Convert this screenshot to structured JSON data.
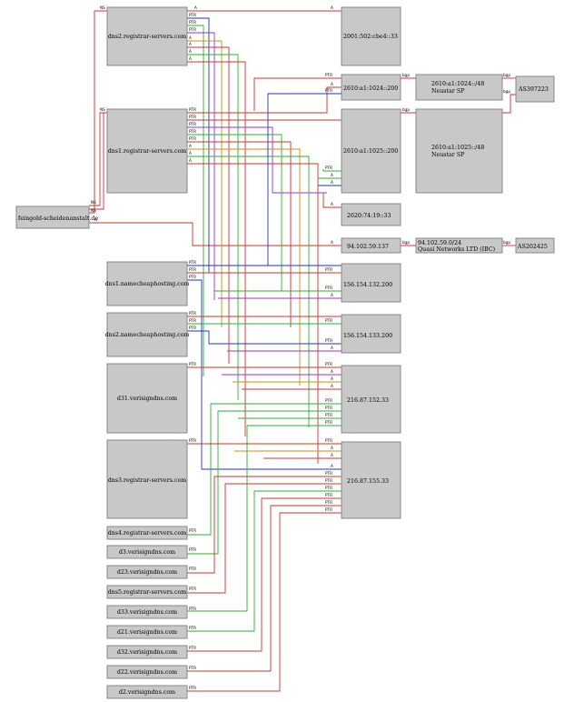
{
  "colors": {
    "red": "#c8342c",
    "green": "#2fae35",
    "blue": "#2233bb",
    "purple": "#9933cc",
    "orange": "#d48a1c",
    "darkred": "#8b1a1a",
    "node_fill": "#c8c8c8"
  },
  "nodes": {
    "feingold": "feingold-scheidenanstalt.de",
    "dns2_registrar": "dns2.registrar-servers.com",
    "dns1_registrar": "dns1.registrar-servers.com",
    "dns1_namecheap": "dns1.namecheaphosting.com",
    "dns2_namecheap": "dns2.namecheaphosting.com",
    "d31_verisign": "d31.verisigndns.com",
    "dns3_registrar": "dns3.registrar-servers.com",
    "dns4_registrar": "dns4.registrar-servers.com",
    "d3_verisign": "d3.verisigndns.com",
    "d23_verisign": "d23.verisigndns.com",
    "dns5_registrar": "dns5.registrar-servers.com",
    "d33_verisign": "d33.verisigndns.com",
    "d21_verisign": "d21.verisigndns.com",
    "d32_verisign": "d32.verisigndns.com",
    "d22_verisign": "d22.verisigndns.com",
    "d2_verisign": "d2.verisigndns.com",
    "ip_2001": "2001:502:cbe4::33",
    "ip_2610_200a": "2610:a1:1024::200",
    "ip_2610_200b": "2610:a1:1025::200",
    "ip_2620": "2620:74:19::33",
    "ip_94": "94.102.59.137",
    "ip_156_132": "156.154.132.200",
    "ip_156_133": "156.154.133.200",
    "ip_216_152": "216.87.152.33",
    "ip_216_155": "216.87.155.33",
    "net_2610_1024": [
      "2610:a1:1024::/48",
      "Neustar SP"
    ],
    "net_2610_1025": [
      "2610:a1:1025::/48",
      "Neustar SP"
    ],
    "net_94": [
      "94.102.59.0/24",
      "Quasi Networks LTD (IBC)"
    ],
    "as_397223": "AS397223",
    "as_202425": "AS202425"
  },
  "edge_labels": {
    "ns": "NS",
    "a": "A",
    "ptr": "PTR",
    "bgp": "bgp"
  }
}
